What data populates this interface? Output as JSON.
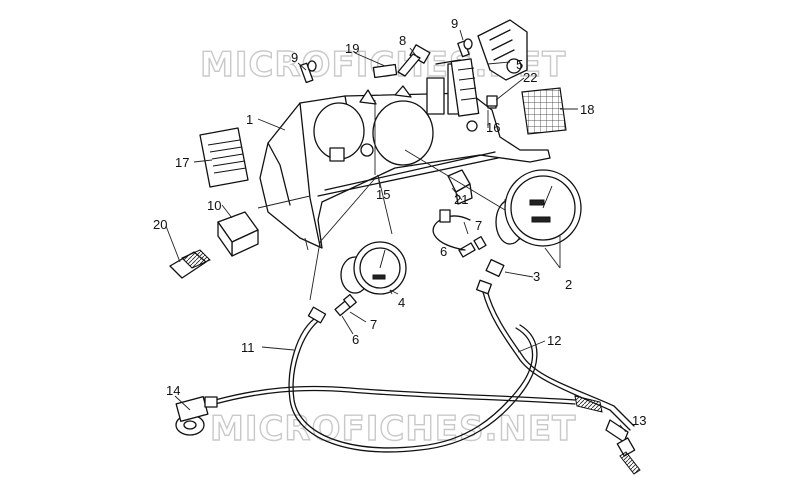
{
  "watermark": "MICROFICHES.NET",
  "callouts": [
    {
      "id": "c1",
      "label": "1"
    },
    {
      "id": "c2",
      "label": "2"
    },
    {
      "id": "c3",
      "label": "3"
    },
    {
      "id": "c4",
      "label": "4"
    },
    {
      "id": "c5",
      "label": "5"
    },
    {
      "id": "c6a",
      "label": "6"
    },
    {
      "id": "c6b",
      "label": "6"
    },
    {
      "id": "c7a",
      "label": "7"
    },
    {
      "id": "c7b",
      "label": "7"
    },
    {
      "id": "c8",
      "label": "8"
    },
    {
      "id": "c9a",
      "label": "9"
    },
    {
      "id": "c9b",
      "label": "9"
    },
    {
      "id": "c10",
      "label": "10"
    },
    {
      "id": "c11",
      "label": "11"
    },
    {
      "id": "c12",
      "label": "12"
    },
    {
      "id": "c13",
      "label": "13"
    },
    {
      "id": "c14",
      "label": "14"
    },
    {
      "id": "c15",
      "label": "15"
    },
    {
      "id": "c16",
      "label": "16"
    },
    {
      "id": "c17",
      "label": "17"
    },
    {
      "id": "c18",
      "label": "18"
    },
    {
      "id": "c19",
      "label": "19"
    },
    {
      "id": "c20",
      "label": "20"
    },
    {
      "id": "c21",
      "label": "21"
    },
    {
      "id": "c22",
      "label": "22"
    }
  ]
}
